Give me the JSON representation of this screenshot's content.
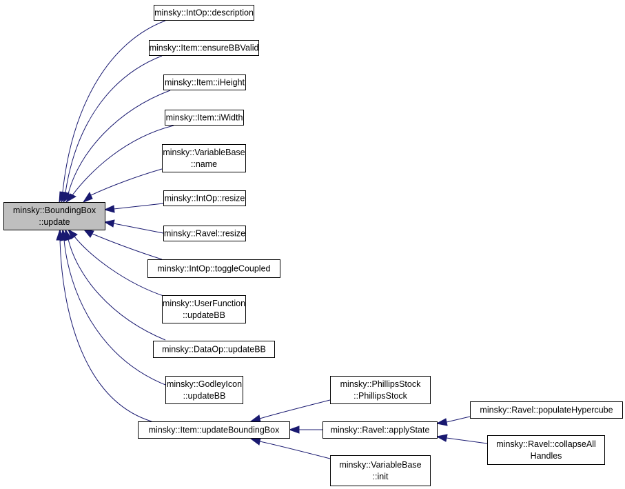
{
  "graph": {
    "edge_color": "#191970",
    "root_fill": "#bfbfbf",
    "nodes": [
      {
        "id": "bbupdate",
        "lines": [
          "minsky::BoundingBox",
          "::update"
        ],
        "root": true
      },
      {
        "id": "intop_description",
        "lines": [
          "minsky::IntOp::description"
        ]
      },
      {
        "id": "item_ensurebbvalid",
        "lines": [
          "minsky::Item::ensureBBValid"
        ]
      },
      {
        "id": "item_iheight",
        "lines": [
          "minsky::Item::iHeight"
        ]
      },
      {
        "id": "item_iwidth",
        "lines": [
          "minsky::Item::iWidth"
        ]
      },
      {
        "id": "varbase_name",
        "lines": [
          "minsky::VariableBase",
          "::name"
        ]
      },
      {
        "id": "intop_resize",
        "lines": [
          "minsky::IntOp::resize"
        ]
      },
      {
        "id": "ravel_resize",
        "lines": [
          "minsky::Ravel::resize"
        ]
      },
      {
        "id": "intop_togglecoupled",
        "lines": [
          "minsky::IntOp::toggleCoupled"
        ]
      },
      {
        "id": "userfunction_updatebb",
        "lines": [
          "minsky::UserFunction",
          "::updateBB"
        ]
      },
      {
        "id": "dataop_updatebb",
        "lines": [
          "minsky::DataOp::updateBB"
        ]
      },
      {
        "id": "godleyicon_updatebb",
        "lines": [
          "minsky::GodleyIcon",
          "::updateBB"
        ]
      },
      {
        "id": "item_updateboundingbox",
        "lines": [
          "minsky::Item::updateBoundingBox"
        ]
      },
      {
        "id": "phillipsstock",
        "lines": [
          "minsky::PhillipsStock",
          "::PhillipsStock"
        ]
      },
      {
        "id": "ravel_applystate",
        "lines": [
          "minsky::Ravel::applyState"
        ]
      },
      {
        "id": "varbase_init",
        "lines": [
          "minsky::VariableBase",
          "::init"
        ]
      },
      {
        "id": "ravel_populatehypercube",
        "lines": [
          "minsky::Ravel::populateHypercube"
        ]
      },
      {
        "id": "ravel_collapseallhandles",
        "lines": [
          "minsky::Ravel::collapseAll",
          "Handles"
        ]
      }
    ],
    "edges": [
      {
        "from": "intop_description",
        "to": "bbupdate"
      },
      {
        "from": "item_ensurebbvalid",
        "to": "bbupdate"
      },
      {
        "from": "item_iheight",
        "to": "bbupdate"
      },
      {
        "from": "item_iwidth",
        "to": "bbupdate"
      },
      {
        "from": "varbase_name",
        "to": "bbupdate"
      },
      {
        "from": "intop_resize",
        "to": "bbupdate"
      },
      {
        "from": "ravel_resize",
        "to": "bbupdate"
      },
      {
        "from": "intop_togglecoupled",
        "to": "bbupdate"
      },
      {
        "from": "userfunction_updatebb",
        "to": "bbupdate"
      },
      {
        "from": "dataop_updatebb",
        "to": "bbupdate"
      },
      {
        "from": "godleyicon_updatebb",
        "to": "bbupdate"
      },
      {
        "from": "item_updateboundingbox",
        "to": "bbupdate"
      },
      {
        "from": "phillipsstock",
        "to": "item_updateboundingbox"
      },
      {
        "from": "ravel_applystate",
        "to": "item_updateboundingbox"
      },
      {
        "from": "varbase_init",
        "to": "item_updateboundingbox"
      },
      {
        "from": "ravel_populatehypercube",
        "to": "ravel_applystate"
      },
      {
        "from": "ravel_collapseallhandles",
        "to": "ravel_applystate"
      }
    ]
  }
}
